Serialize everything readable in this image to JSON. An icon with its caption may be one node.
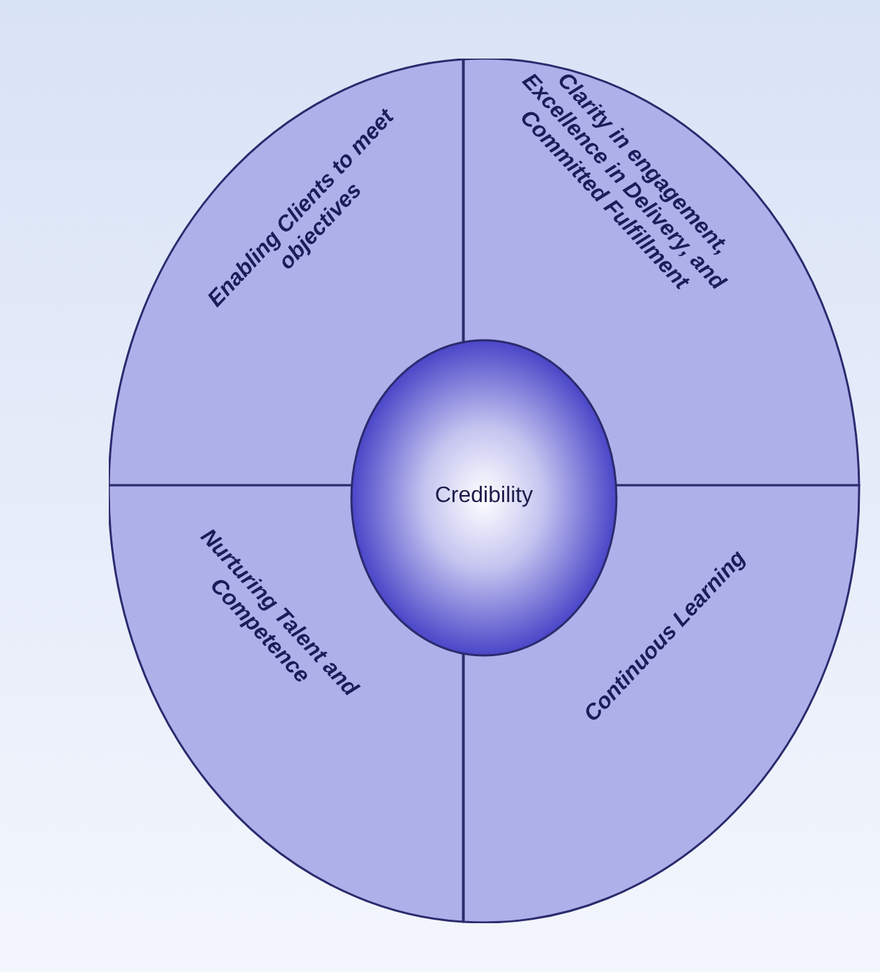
{
  "diagram": {
    "nodes": [
      {
        "text": [
          "Enabling Clients to meet objectives"
        ]
      },
      {
        "text": [
          "Clarity in engagement, Excellence in Delivery, and Committed Fulfillment"
        ]
      },
      {
        "text": [
          "Credibility"
        ]
      },
      {
        "text": [
          "Nurturing Talent and Competence"
        ]
      },
      {
        "text": [
          "Continuous Learning"
        ]
      }
    ]
  }
}
